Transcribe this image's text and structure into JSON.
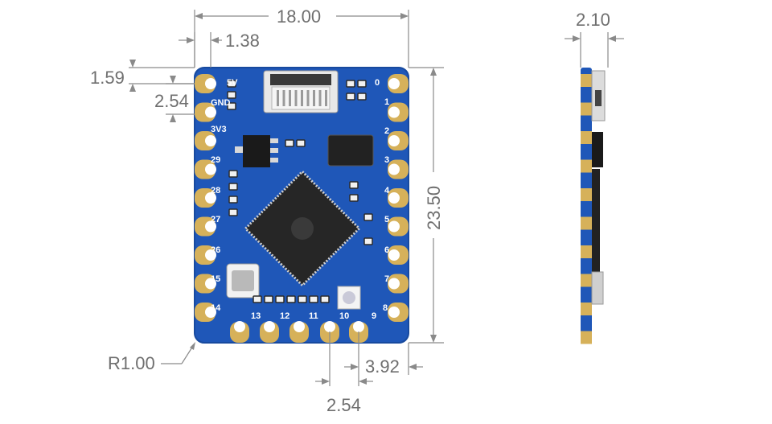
{
  "front_view": {
    "pin_labels_left": [
      "5V",
      "GND",
      "3V3",
      "29",
      "28",
      "27",
      "26",
      "15",
      "14"
    ],
    "pin_labels_right": [
      "0",
      "1",
      "2",
      "3",
      "4",
      "5",
      "6",
      "7",
      "8"
    ],
    "pin_labels_bottom": [
      "13",
      "12",
      "11",
      "10",
      "9"
    ],
    "colors": {
      "board": "#1f57b8",
      "pad": "#d6b15a",
      "chip": "#2a2a2a"
    }
  },
  "dimensions": {
    "width": "18.00",
    "edge_offset": "1.38",
    "top_offset": "1.59",
    "pin_pitch_left": "2.54",
    "height": "23.50",
    "corner_radius": "R1.00",
    "bottom_offset": "3.92",
    "pin_pitch_bottom": "2.54",
    "thickness": "2.10"
  }
}
